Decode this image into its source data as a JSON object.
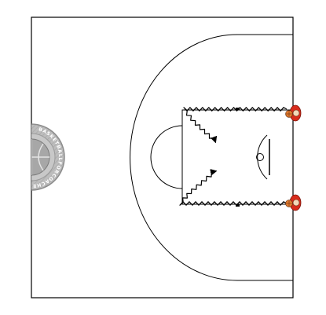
{
  "court": {
    "surface_color": "#ffffff",
    "line_color": "#000000"
  },
  "logo": {
    "text": "BASKETBALLFORCOACHES.NET",
    "fill_color": "#b5b5b5",
    "stroke_color": "#8c8c8c",
    "icon": "basketball-icon"
  },
  "players": [
    {
      "icon": "player-with-ball-icon",
      "shirt_color": "#d82c1c",
      "ball_color": "#e07a2e"
    },
    {
      "icon": "player-with-ball-icon",
      "shirt_color": "#d82c1c",
      "ball_color": "#e07a2e"
    }
  ],
  "actions": [
    {
      "type": "dribble",
      "from": "player-1",
      "direction": "along top of key toward free-throw line"
    },
    {
      "type": "dribble",
      "from": "player-2",
      "direction": "along bottom of key toward free-throw line"
    }
  ]
}
